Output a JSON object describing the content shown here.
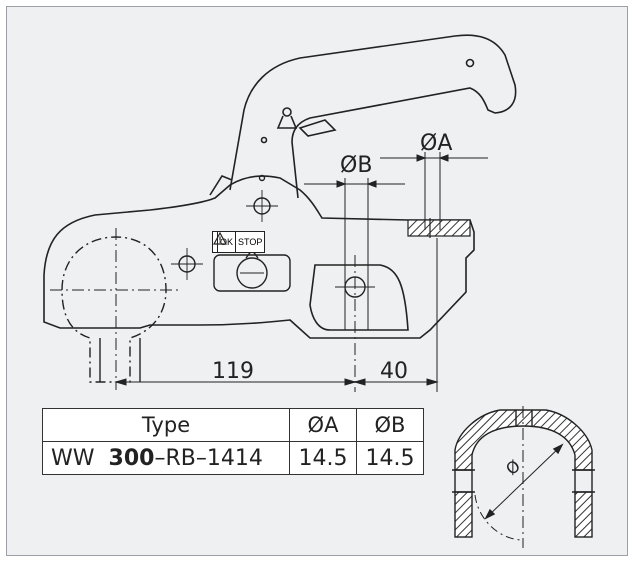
{
  "dimensions": {
    "length_119": "119",
    "length_40": "40",
    "dia_a_label": "ØA",
    "dia_b_label": "ØB",
    "section_dia_label": "Ø"
  },
  "warning_sign": {
    "icon": "warning-triangle-icon",
    "ok": "OK",
    "stop": "STOP"
  },
  "table": {
    "headers": [
      "Type",
      "ØA",
      "ØB"
    ],
    "rows": [
      {
        "type_prefix": "WW",
        "type_bold": "300",
        "type_suffix": "–RB–1414",
        "dia_a": "14.5",
        "dia_b": "14.5"
      }
    ]
  },
  "colors": {
    "line": "#222222",
    "hatch": "#333333",
    "background": "#eef0f2"
  }
}
